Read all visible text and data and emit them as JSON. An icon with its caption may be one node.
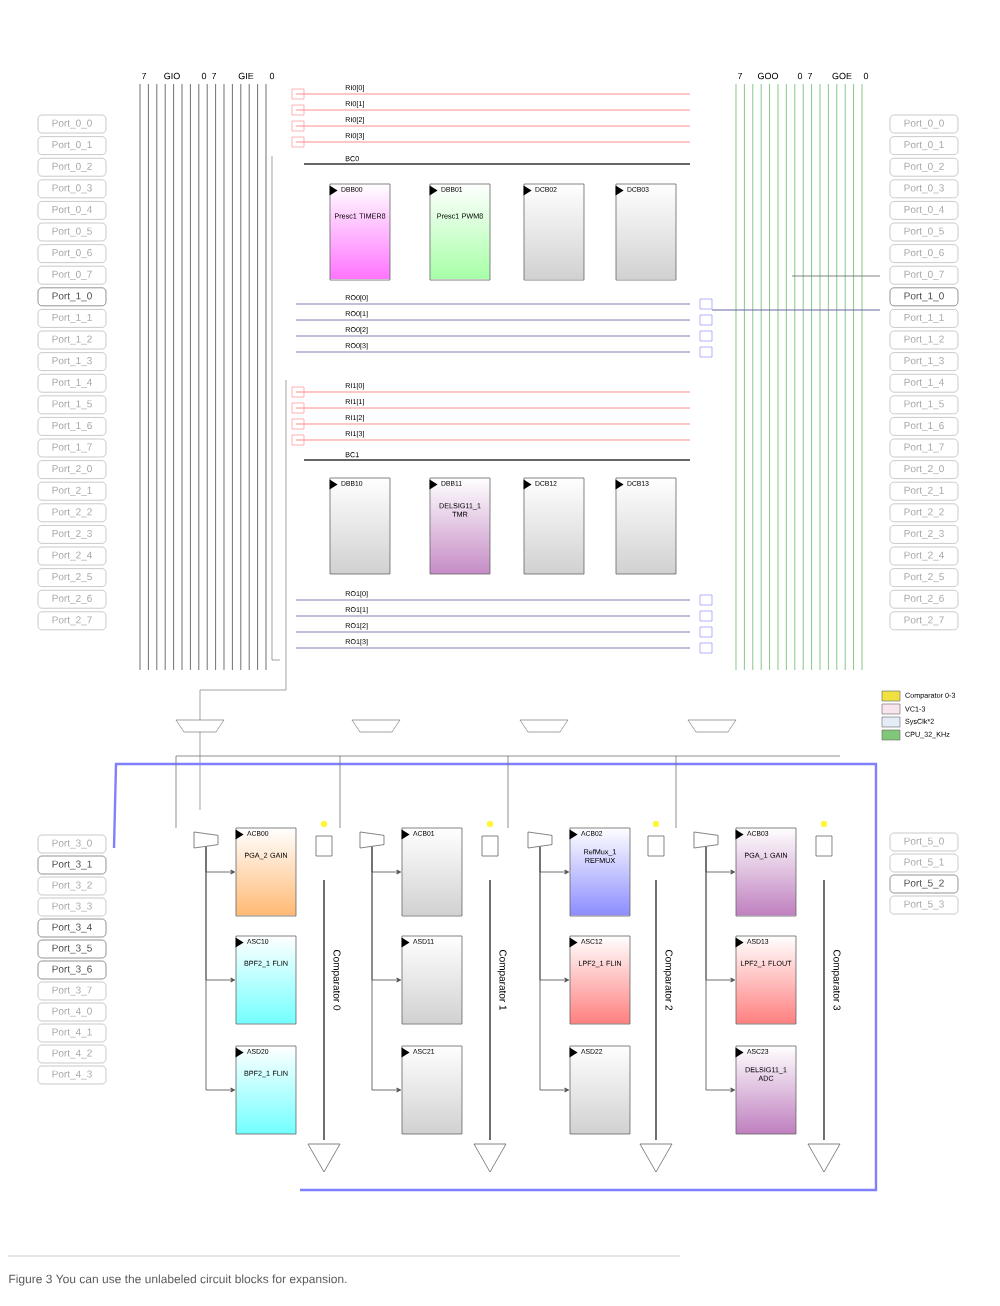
{
  "diagram": {
    "caption": "Figure 3 You can use the unlabeled circuit blocks for expansion.",
    "nodes": [
      {
        "text": [
          "Port_0_0"
        ]
      },
      {
        "text": [
          "Port_0_1"
        ]
      },
      {
        "text": [
          "Port_0_2"
        ]
      },
      {
        "text": [
          "Port_0_3"
        ]
      },
      {
        "text": [
          "Port_0_4"
        ]
      },
      {
        "text": [
          "Port_0_5"
        ]
      },
      {
        "text": [
          "Port_0_6"
        ]
      },
      {
        "text": [
          "Port_0_7"
        ]
      },
      {
        "text": [
          "Port_1_0"
        ]
      },
      {
        "text": [
          "Port_1_1"
        ]
      },
      {
        "text": [
          "Port_1_2"
        ]
      },
      {
        "text": [
          "Port_1_3"
        ]
      },
      {
        "text": [
          "Port_1_4"
        ]
      },
      {
        "text": [
          "Port_1_5"
        ]
      },
      {
        "text": [
          "Port_1_6"
        ]
      },
      {
        "text": [
          "Port_1_7"
        ]
      },
      {
        "text": [
          "Port_2_0"
        ]
      },
      {
        "text": [
          "Port_2_1"
        ]
      },
      {
        "text": [
          "Port_2_2"
        ]
      },
      {
        "text": [
          "Port_2_3"
        ]
      },
      {
        "text": [
          "Port_2_4"
        ]
      },
      {
        "text": [
          "Port_2_5"
        ]
      },
      {
        "text": [
          "Port_2_6"
        ]
      },
      {
        "text": [
          "Port_2_7"
        ]
      },
      {
        "text": [
          "Port_0_0"
        ]
      },
      {
        "text": [
          "Port_0_1"
        ]
      },
      {
        "text": [
          "Port_0_2"
        ]
      },
      {
        "text": [
          "Port_0_3"
        ]
      },
      {
        "text": [
          "Port_0_4"
        ]
      },
      {
        "text": [
          "Port_0_5"
        ]
      },
      {
        "text": [
          "Port_0_6"
        ]
      },
      {
        "text": [
          "Port_0_7"
        ]
      },
      {
        "text": [
          "Port_1_0"
        ]
      },
      {
        "text": [
          "Port_1_1"
        ]
      },
      {
        "text": [
          "Port_1_2"
        ]
      },
      {
        "text": [
          "Port_1_3"
        ]
      },
      {
        "text": [
          "Port_1_4"
        ]
      },
      {
        "text": [
          "Port_1_5"
        ]
      },
      {
        "text": [
          "Port_1_6"
        ]
      },
      {
        "text": [
          "Port_1_7"
        ]
      },
      {
        "text": [
          "Port_2_0"
        ]
      },
      {
        "text": [
          "Port_2_1"
        ]
      },
      {
        "text": [
          "Port_2_2"
        ]
      },
      {
        "text": [
          "Port_2_3"
        ]
      },
      {
        "text": [
          "Port_2_4"
        ]
      },
      {
        "text": [
          "Port_2_5"
        ]
      },
      {
        "text": [
          "Port_2_6"
        ]
      },
      {
        "text": [
          "Port_2_7"
        ]
      },
      {
        "text": [
          "DBB00",
          "Presc1 TIMER8"
        ]
      },
      {
        "text": [
          "DBB01",
          "Presc1 PWM8"
        ]
      },
      {
        "text": [
          "DCB02"
        ]
      },
      {
        "text": [
          "DCB03"
        ]
      },
      {
        "text": [
          "DBB10"
        ]
      },
      {
        "text": [
          "DBB11",
          "DELSIG11_1 TMR"
        ]
      },
      {
        "text": [
          "DCB12"
        ]
      },
      {
        "text": [
          "DCB13"
        ]
      },
      {
        "text": [],
        "shape": "trapezoid"
      },
      {
        "text": [],
        "shape": "trapezoid"
      },
      {
        "text": [],
        "shape": "trapezoid"
      },
      {
        "text": [],
        "shape": "trapezoid"
      },
      {
        "text": [
          "ACB00",
          "PGA_2 GAIN"
        ]
      },
      {
        "text": [
          "ACB01"
        ]
      },
      {
        "text": [
          "ACB02",
          "RefMux_1 REFMUX"
        ]
      },
      {
        "text": [
          "ACB03",
          "PGA_1 GAIN"
        ]
      },
      {
        "text": [
          "ASC10",
          "BPF2_1 FLIN"
        ]
      },
      {
        "text": [
          "ASD11"
        ]
      },
      {
        "text": [
          "ASC12",
          "LPF2_1 FLIN"
        ]
      },
      {
        "text": [
          "ASD13",
          "LPF2_1 FLOUT"
        ]
      },
      {
        "text": [
          "ASD20",
          "BPF2_1 FLIN"
        ]
      },
      {
        "text": [
          "ASC21"
        ]
      },
      {
        "text": [
          "ASD22"
        ]
      },
      {
        "text": [
          "ASC23",
          "DELSIG11_1 ADC"
        ]
      },
      {
        "text": [
          "Port_3_0"
        ]
      },
      {
        "text": [
          "Port_3_1"
        ]
      },
      {
        "text": [
          "Port_3_2"
        ]
      },
      {
        "text": [
          "Port_3_3"
        ]
      },
      {
        "text": [
          "Port_3_4"
        ]
      },
      {
        "text": [
          "Port_3_5"
        ]
      },
      {
        "text": [
          "Port_3_6"
        ]
      },
      {
        "text": [
          "Port_3_7"
        ]
      },
      {
        "text": [
          "Port_4_0"
        ]
      },
      {
        "text": [
          "Port_4_1"
        ]
      },
      {
        "text": [
          "Port_4_2"
        ]
      },
      {
        "text": [
          "Port_4_3"
        ]
      },
      {
        "text": [
          "Port_5_0"
        ]
      },
      {
        "text": [
          "Port_5_1"
        ]
      },
      {
        "text": [
          "Port_5_2"
        ]
      },
      {
        "text": [
          "Port_5_3"
        ]
      }
    ],
    "edges": [
      {
        "from": 56,
        "to": 60,
        "arrow": "to"
      },
      {
        "from": 56,
        "to": 64,
        "arrow": "to"
      },
      {
        "from": 56,
        "to": 68,
        "arrow": "to"
      },
      {
        "from": 57,
        "to": 61,
        "arrow": "to"
      },
      {
        "from": 57,
        "to": 65,
        "arrow": "to"
      },
      {
        "from": 57,
        "to": 69,
        "arrow": "to"
      },
      {
        "from": 58,
        "to": 62,
        "arrow": "to"
      },
      {
        "from": 58,
        "to": 66,
        "arrow": "to"
      },
      {
        "from": 58,
        "to": 70,
        "arrow": "to"
      },
      {
        "from": 59,
        "to": 63,
        "arrow": "to"
      },
      {
        "from": 59,
        "to": 67,
        "arrow": "to"
      },
      {
        "from": 59,
        "to": 71,
        "arrow": "to"
      }
    ],
    "labels": [
      "7",
      "GIO",
      "0",
      "7",
      "GIE",
      "0",
      "7",
      "GOO",
      "0",
      "7",
      "GOE",
      "0",
      "RI0[0]",
      "RI0[1]",
      "RI0[2]",
      "RI0[3]",
      "BC0",
      "RO0[0]",
      "RO0[1]",
      "RO0[2]",
      "RO0[3]",
      "RI1[0]",
      "RI1[1]",
      "RI1[2]",
      "RI1[3]",
      "BC1",
      "RO1[0]",
      "RO1[1]",
      "RO1[2]",
      "RO1[3]",
      "Comparator 0",
      "Comparator 1",
      "Comparator 2",
      "Comparator 3"
    ],
    "legend": [
      {
        "text": "Comparator 0-3",
        "color": "#f0e040"
      },
      {
        "text": "VC1-3",
        "color": "#f8e4ec"
      },
      {
        "text": "SysClk*2",
        "color": "#e4ecf8"
      },
      {
        "text": "CPU_32_KHz",
        "color": "#80c878"
      }
    ]
  }
}
